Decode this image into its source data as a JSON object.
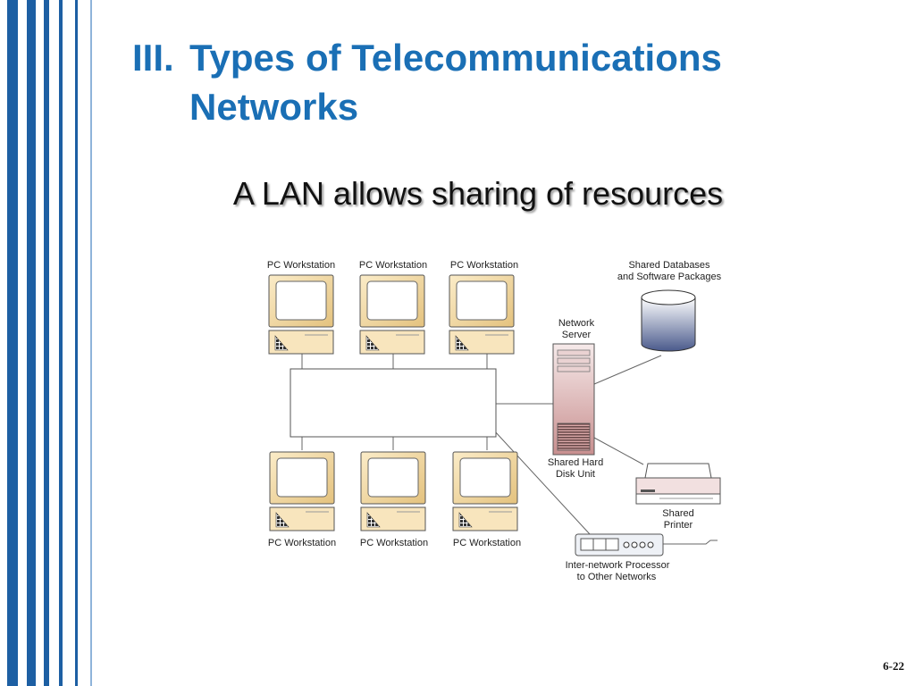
{
  "slide": {
    "title_number": "III.",
    "title_line1": "Types of Telecommunications",
    "title_line2": "Networks",
    "subtitle": "A LAN allows sharing of resources",
    "page_number": "6-22"
  },
  "colors": {
    "title": "#1a6fb5",
    "stripe": "#1d5fa3",
    "monitor_fill": "#f5deb3",
    "database_fill": "#4a5a8c",
    "server_fill": "#d9a7a7"
  },
  "diagram": {
    "workstation_label": "PC Workstation",
    "databases_label_1": "Shared Databases",
    "databases_label_2": "and Software Packages",
    "server_label_1": "Network",
    "server_label_2": "Server",
    "disk_label_1": "Shared Hard",
    "disk_label_2": "Disk Unit",
    "printer_label_1": "Shared",
    "printer_label_2": "Printer",
    "processor_label_1": "Inter-network Processor",
    "processor_label_2": "to Other Networks"
  }
}
